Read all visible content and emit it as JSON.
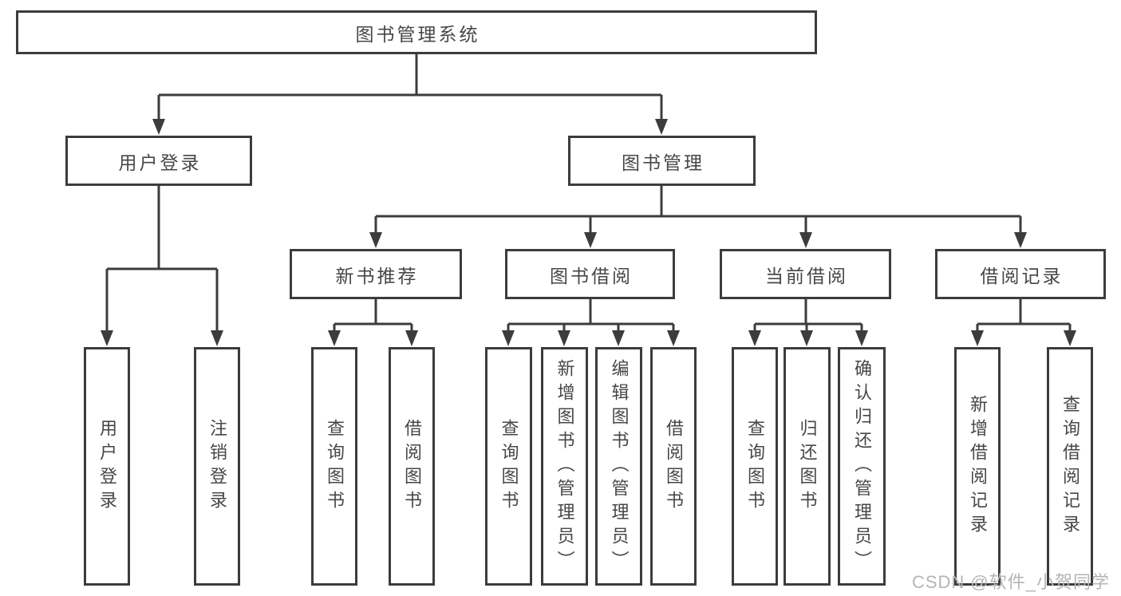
{
  "tree": {
    "root": {
      "label": "图书管理系统"
    },
    "branches": [
      {
        "label": "用户登录",
        "children": [
          {
            "label": "用户登录"
          },
          {
            "label": "注销登录"
          }
        ]
      },
      {
        "label": "图书管理",
        "groups": [
          {
            "label": "新书推荐",
            "children": [
              {
                "label": "查询图书"
              },
              {
                "label": "借阅图书"
              }
            ]
          },
          {
            "label": "图书借阅",
            "children": [
              {
                "label": "查询图书"
              },
              {
                "label": "新增图书（管理员）"
              },
              {
                "label": "编辑图书（管理员）"
              },
              {
                "label": "借阅图书"
              }
            ]
          },
          {
            "label": "当前借阅",
            "children": [
              {
                "label": "查询图书"
              },
              {
                "label": "归还图书"
              },
              {
                "label": "确认归还（管理员）"
              }
            ]
          },
          {
            "label": "借阅记录",
            "children": [
              {
                "label": "新增借阅记录"
              },
              {
                "label": "查询借阅记录"
              }
            ]
          }
        ]
      }
    ]
  },
  "watermark": {
    "text": "CSDN @软件_小贺同学",
    "color": "#b5b5b5"
  },
  "colors": {
    "line": "#3c3c3c",
    "box_border": "#3c3c3c",
    "text": "#474747",
    "background": "#ffffff"
  }
}
